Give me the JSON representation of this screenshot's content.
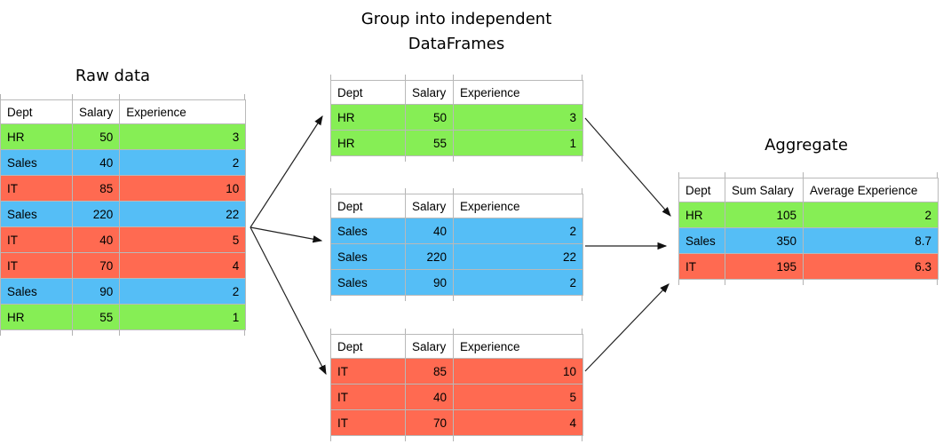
{
  "titles": {
    "raw": "Raw data",
    "group_line1": "Group into independent",
    "group_line2": "DataFrames",
    "aggregate": "Aggregate"
  },
  "colors": {
    "green": "#86EE55",
    "blue": "#55BEF6",
    "red": "#FF6A51",
    "grid": "#b9b9b9"
  },
  "tables": {
    "raw": {
      "headers": [
        "Dept",
        "Salary",
        "Experience"
      ],
      "rows": [
        {
          "cells": [
            "HR",
            "50",
            "3"
          ],
          "color": "green"
        },
        {
          "cells": [
            "Sales",
            "40",
            "2"
          ],
          "color": "blue"
        },
        {
          "cells": [
            "IT",
            "85",
            "10"
          ],
          "color": "red"
        },
        {
          "cells": [
            "Sales",
            "220",
            "22"
          ],
          "color": "blue"
        },
        {
          "cells": [
            "IT",
            "40",
            "5"
          ],
          "color": "red"
        },
        {
          "cells": [
            "IT",
            "70",
            "4"
          ],
          "color": "red"
        },
        {
          "cells": [
            "Sales",
            "90",
            "2"
          ],
          "color": "blue"
        },
        {
          "cells": [
            "HR",
            "55",
            "1"
          ],
          "color": "green"
        }
      ]
    },
    "group_hr": {
      "headers": [
        "Dept",
        "Salary",
        "Experience"
      ],
      "rows": [
        {
          "cells": [
            "HR",
            "50",
            "3"
          ],
          "color": "green"
        },
        {
          "cells": [
            "HR",
            "55",
            "1"
          ],
          "color": "green"
        }
      ]
    },
    "group_sales": {
      "headers": [
        "Dept",
        "Salary",
        "Experience"
      ],
      "rows": [
        {
          "cells": [
            "Sales",
            "40",
            "2"
          ],
          "color": "blue"
        },
        {
          "cells": [
            "Sales",
            "220",
            "22"
          ],
          "color": "blue"
        },
        {
          "cells": [
            "Sales",
            "90",
            "2"
          ],
          "color": "blue"
        }
      ]
    },
    "group_it": {
      "headers": [
        "Dept",
        "Salary",
        "Experience"
      ],
      "rows": [
        {
          "cells": [
            "IT",
            "85",
            "10"
          ],
          "color": "red"
        },
        {
          "cells": [
            "IT",
            "40",
            "5"
          ],
          "color": "red"
        },
        {
          "cells": [
            "IT",
            "70",
            "4"
          ],
          "color": "red"
        }
      ]
    },
    "aggregate": {
      "headers": [
        "Dept",
        "Sum Salary",
        "Average Experience"
      ],
      "rows": [
        {
          "cells": [
            "HR",
            "105",
            "2"
          ],
          "color": "green"
        },
        {
          "cells": [
            "Sales",
            "350",
            "8.7"
          ],
          "color": "blue"
        },
        {
          "cells": [
            "IT",
            "195",
            "6.3"
          ],
          "color": "red"
        }
      ]
    }
  }
}
